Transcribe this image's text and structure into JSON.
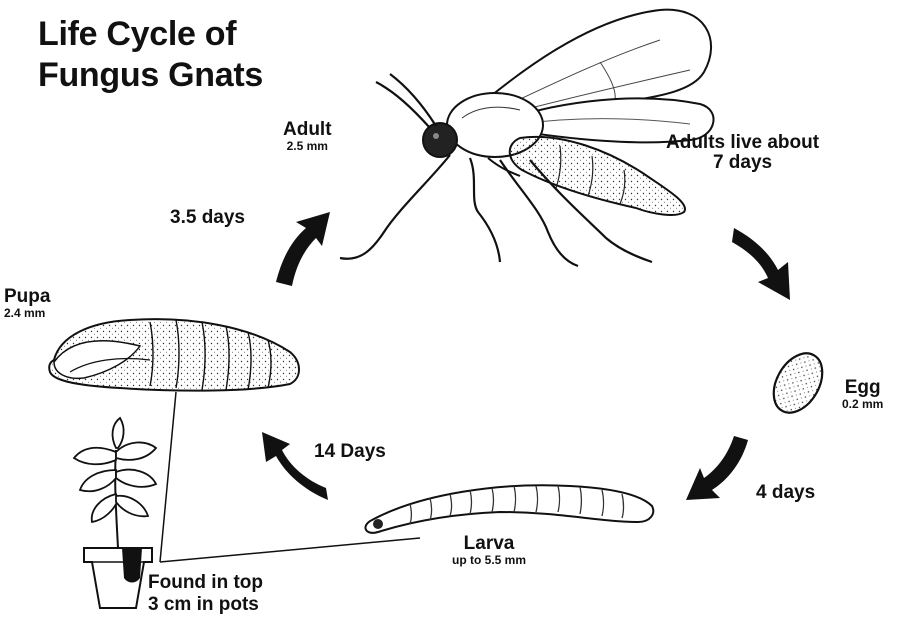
{
  "title": {
    "line1": "Life Cycle of",
    "line2": "Fungus Gnats"
  },
  "stages": {
    "adult": {
      "name": "Adult",
      "size": "2.5 mm"
    },
    "egg": {
      "name": "Egg",
      "size": "0.2 mm"
    },
    "larva": {
      "name": "Larva",
      "size": "up to 5.5 mm"
    },
    "pupa": {
      "name": "Pupa",
      "size": "2.4 mm"
    }
  },
  "durations": {
    "adult_life_line1": "Adults live about",
    "adult_life_line2": "7 days",
    "egg_to_larva": "4 days",
    "larva_to_pupa": "14 Days",
    "pupa_to_adult": "3.5 days"
  },
  "pot_note": {
    "line1": "Found in top",
    "line2": "3 cm in pots"
  }
}
